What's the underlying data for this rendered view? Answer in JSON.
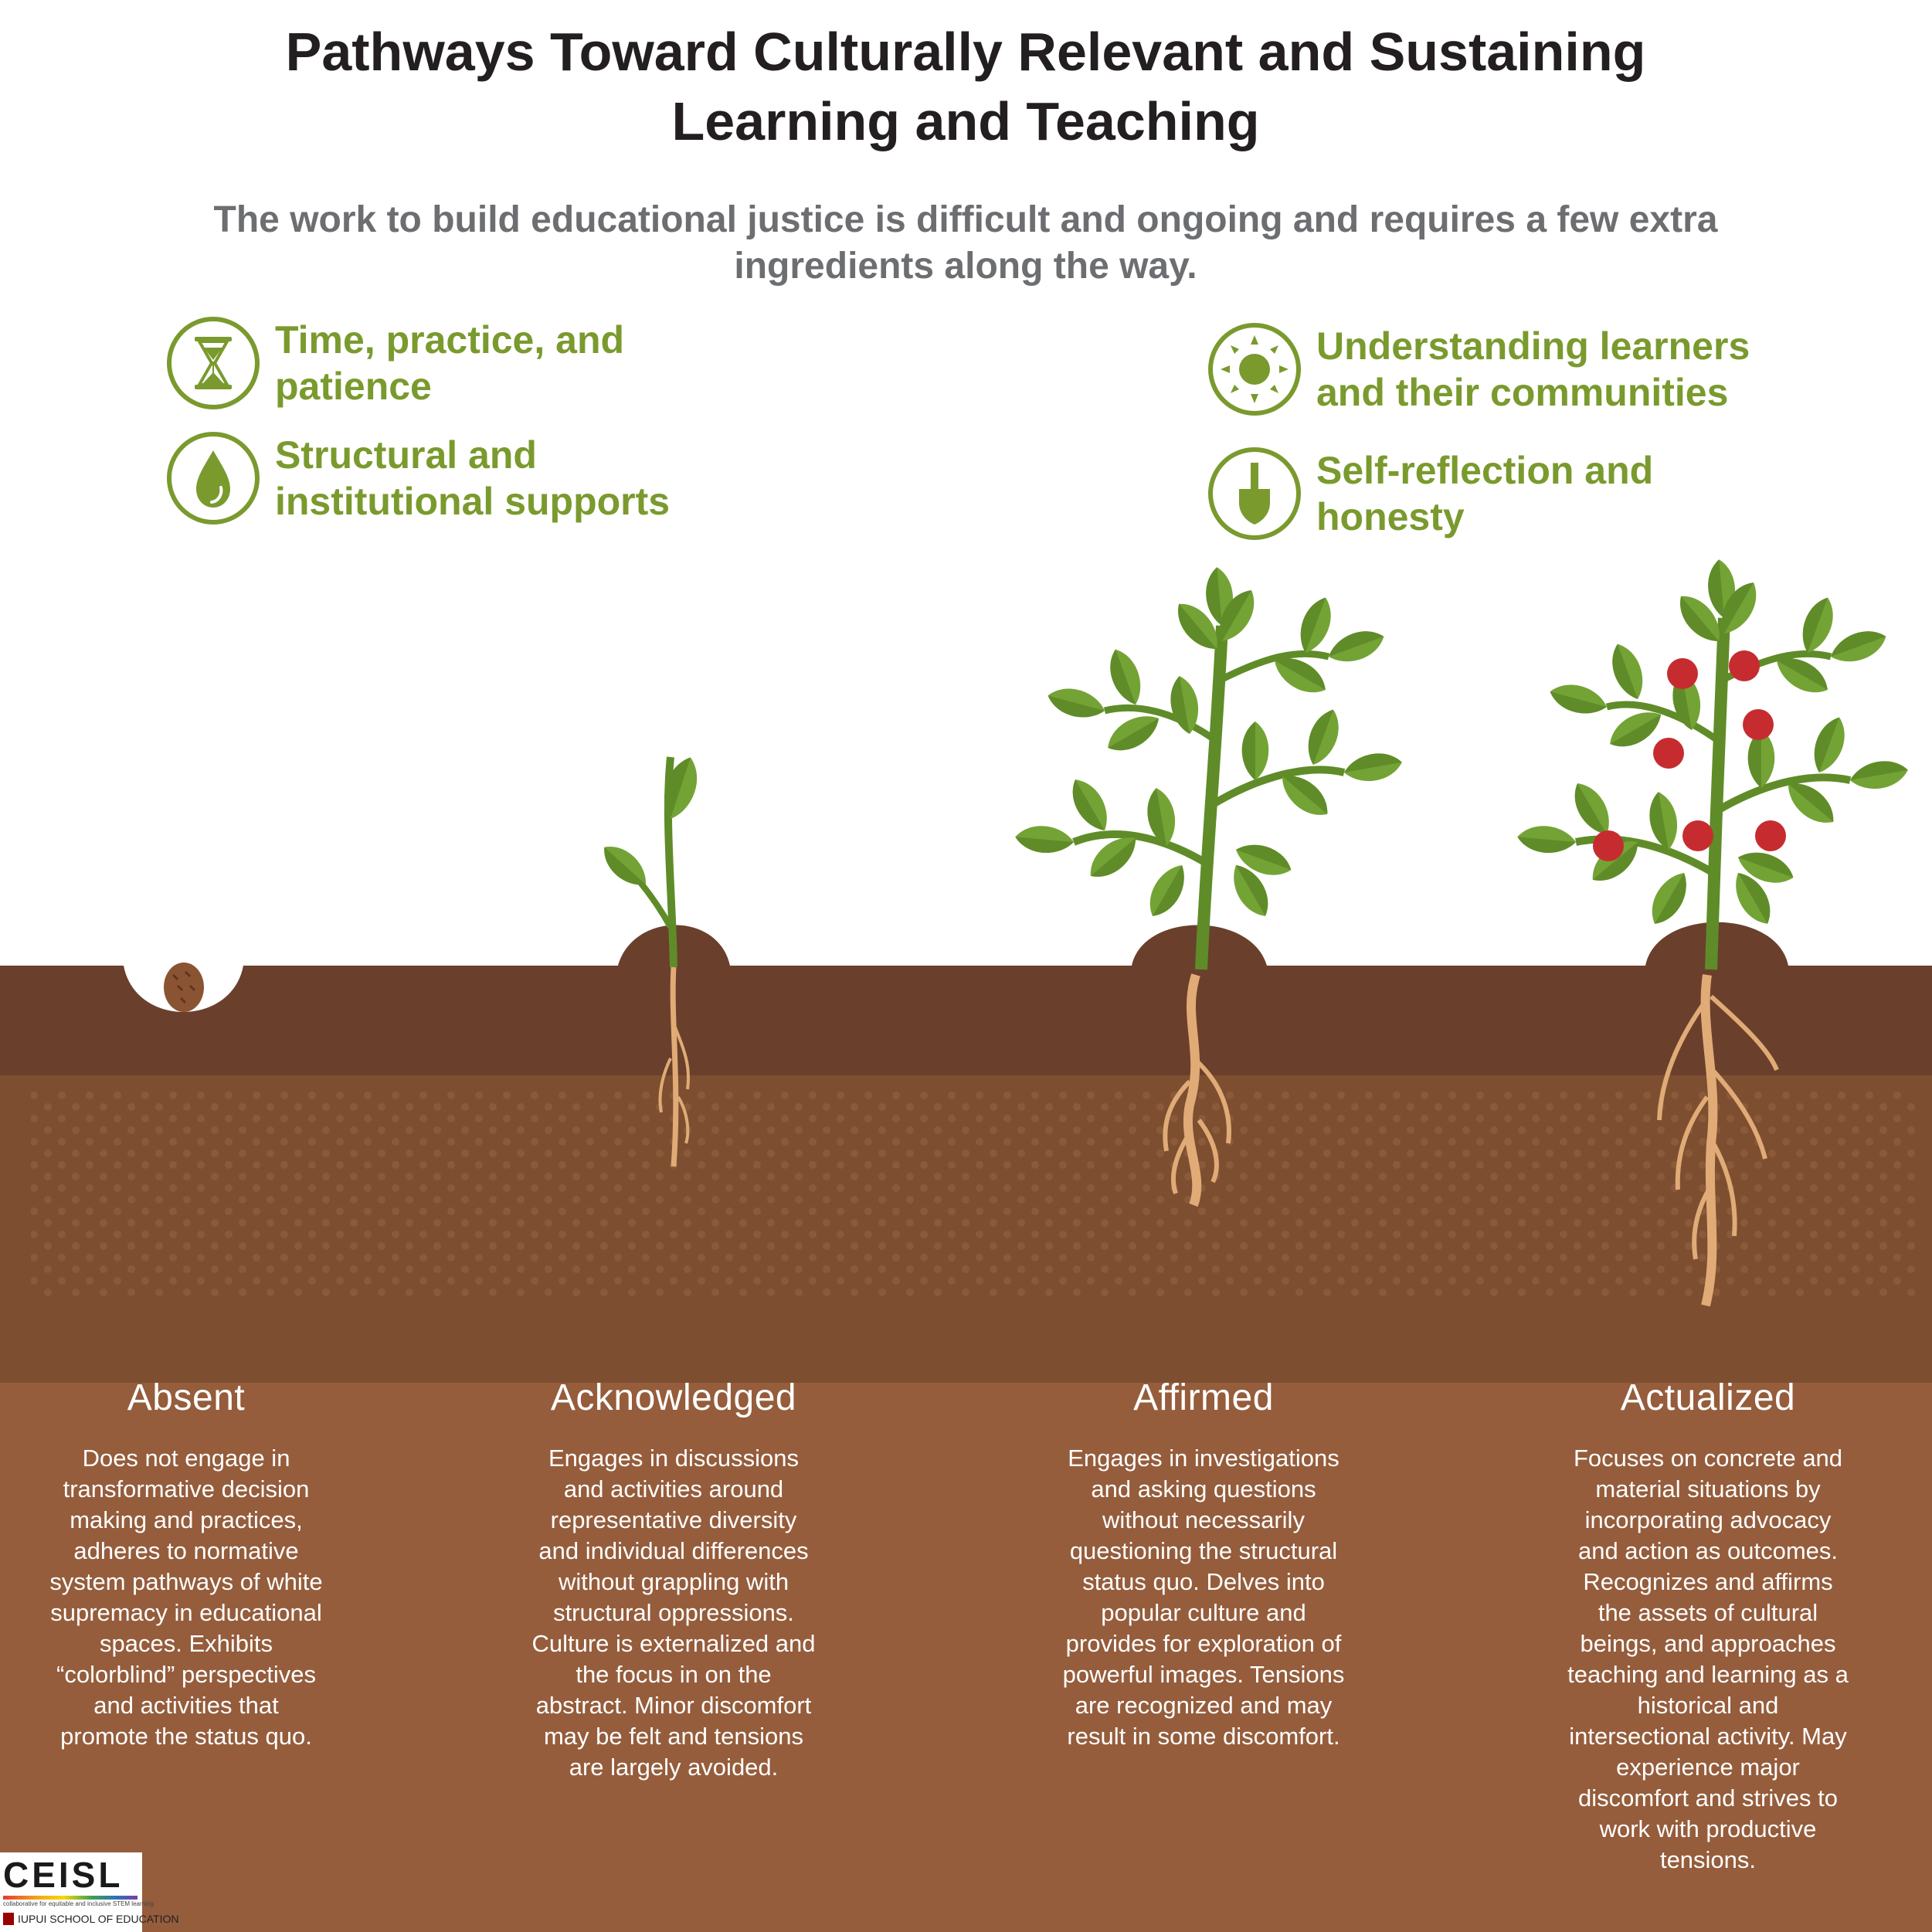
{
  "header": {
    "title_line1": "Pathways Toward Culturally Relevant and Sustaining",
    "title_line2": "Learning and Teaching",
    "subtitle_line1": "The work to build educational justice is difficult and ongoing and requires a few extra",
    "subtitle_line2": "ingredients along the way."
  },
  "ingredients": [
    {
      "icon": "hourglass-icon",
      "line1": "Time, practice, and",
      "line2": "patience"
    },
    {
      "icon": "water-drop-icon",
      "line1": "Structural and",
      "line2": "institutional supports"
    },
    {
      "icon": "sun-icon",
      "line1": "Understanding learners",
      "line2": "and their communities"
    },
    {
      "icon": "shovel-icon",
      "line1": "Self-reflection and",
      "line2": "honesty"
    }
  ],
  "stages": [
    {
      "title": "Absent",
      "description": "Does not engage in transformative decision making and practices, adheres to normative system pathways of white supremacy in educational spaces. Exhibits “colorblind” perspectives and activities that promote the status quo."
    },
    {
      "title": "Acknowledged",
      "description": "Engages in discussions and activities around representative diversity and individual differences without grappling with structural oppressions. Culture is externalized and the focus in on the abstract. Minor discomfort may be felt and tensions are largely avoided."
    },
    {
      "title": "Affirmed",
      "description": "Engages in investigations and asking questions without necessarily questioning the structural status quo. Delves into popular culture and provides for exploration of powerful images. Tensions are recognized and may result in some discomfort."
    },
    {
      "title": "Actualized",
      "description": "Focuses on concrete and material situations by incorporating advocacy and action as outcomes. Recognizes and affirms the assets of cultural beings, and approaches teaching and learning as a historical and intersectional activity. May experience major discomfort and strives to work with productive tensions."
    }
  ],
  "logo": {
    "brand": "CEISL",
    "tagline": "collaborative for equitable and inclusive STEM learning",
    "school": "IUPUI SCHOOL OF EDUCATION"
  },
  "colors": {
    "accent_green": "#7a9a2e",
    "topsoil": "#6a402c",
    "subsoil": "#7d4f30",
    "footer_soil": "#955d3c",
    "fruit_red": "#c62c2f",
    "root": "#e0ab76"
  }
}
